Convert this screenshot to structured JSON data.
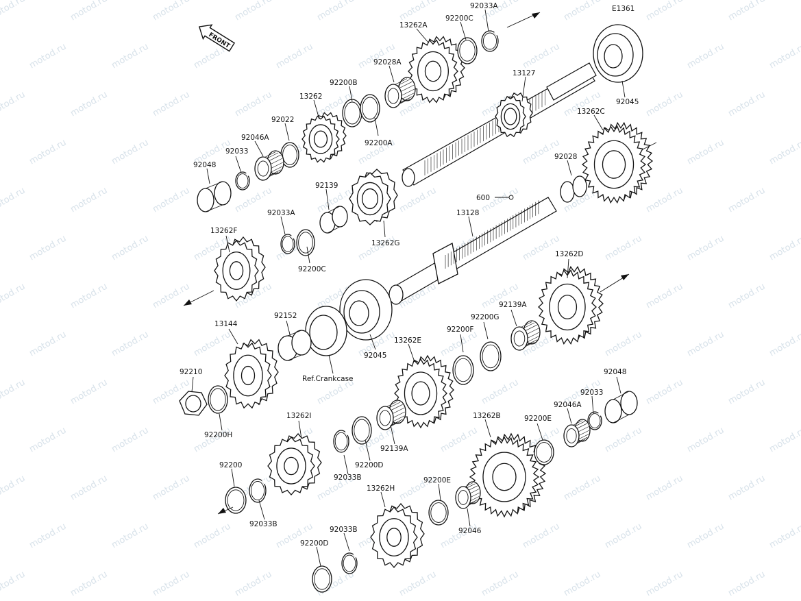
{
  "diagram": {
    "figure_code": "E1361",
    "front_label": "FRONT",
    "watermark": "motod.ru",
    "labels": [
      {
        "id": "13262A",
        "text": "13262A"
      },
      {
        "id": "92200C_top",
        "text": "92200C"
      },
      {
        "id": "92033A_top",
        "text": "92033A"
      },
      {
        "id": "92028A",
        "text": "92028A"
      },
      {
        "id": "92200B",
        "text": "92200B"
      },
      {
        "id": "13262",
        "text": "13262"
      },
      {
        "id": "92022",
        "text": "92022"
      },
      {
        "id": "92046A_top",
        "text": "92046A"
      },
      {
        "id": "92033_top",
        "text": "92033"
      },
      {
        "id": "92048_top",
        "text": "92048"
      },
      {
        "id": "92200A",
        "text": "92200A"
      },
      {
        "id": "13127",
        "text": "13127"
      },
      {
        "id": "92045_top",
        "text": "92045"
      },
      {
        "id": "13262C",
        "text": "13262C"
      },
      {
        "id": "92028",
        "text": "92028"
      },
      {
        "id": "92139",
        "text": "92139"
      },
      {
        "id": "600",
        "text": "600"
      },
      {
        "id": "13128",
        "text": "13128"
      },
      {
        "id": "92033A_mid",
        "text": "92033A"
      },
      {
        "id": "13262F",
        "text": "13262F"
      },
      {
        "id": "92200C_mid",
        "text": "92200C"
      },
      {
        "id": "13262G",
        "text": "13262G"
      },
      {
        "id": "13262D",
        "text": "13262D"
      },
      {
        "id": "92139A_right",
        "text": "92139A"
      },
      {
        "id": "92200G",
        "text": "92200G"
      },
      {
        "id": "92200F",
        "text": "92200F"
      },
      {
        "id": "13144",
        "text": "13144"
      },
      {
        "id": "92152",
        "text": "92152"
      },
      {
        "id": "92045_mid",
        "text": "92045"
      },
      {
        "id": "13262E",
        "text": "13262E"
      },
      {
        "id": "ref_crankcase",
        "text": "Ref.Crankcase"
      },
      {
        "id": "92210",
        "text": "92210"
      },
      {
        "id": "92200H",
        "text": "92200H"
      },
      {
        "id": "92048_bot",
        "text": "92048"
      },
      {
        "id": "92033_bot",
        "text": "92033"
      },
      {
        "id": "92046A_bot",
        "text": "92046A"
      },
      {
        "id": "92200E_right",
        "text": "92200E"
      },
      {
        "id": "13262B",
        "text": "13262B"
      },
      {
        "id": "13262I",
        "text": "13262I"
      },
      {
        "id": "92139A_bot",
        "text": "92139A"
      },
      {
        "id": "92200D_mid",
        "text": "92200D"
      },
      {
        "id": "92033B_mid",
        "text": "92033B"
      },
      {
        "id": "92200",
        "text": "92200"
      },
      {
        "id": "92033B_left",
        "text": "92033B"
      },
      {
        "id": "92200E_bot",
        "text": "92200E"
      },
      {
        "id": "92046",
        "text": "92046"
      },
      {
        "id": "13262H",
        "text": "13262H"
      },
      {
        "id": "92033B_bot",
        "text": "92033B"
      },
      {
        "id": "92200D_bot",
        "text": "92200D"
      }
    ]
  }
}
